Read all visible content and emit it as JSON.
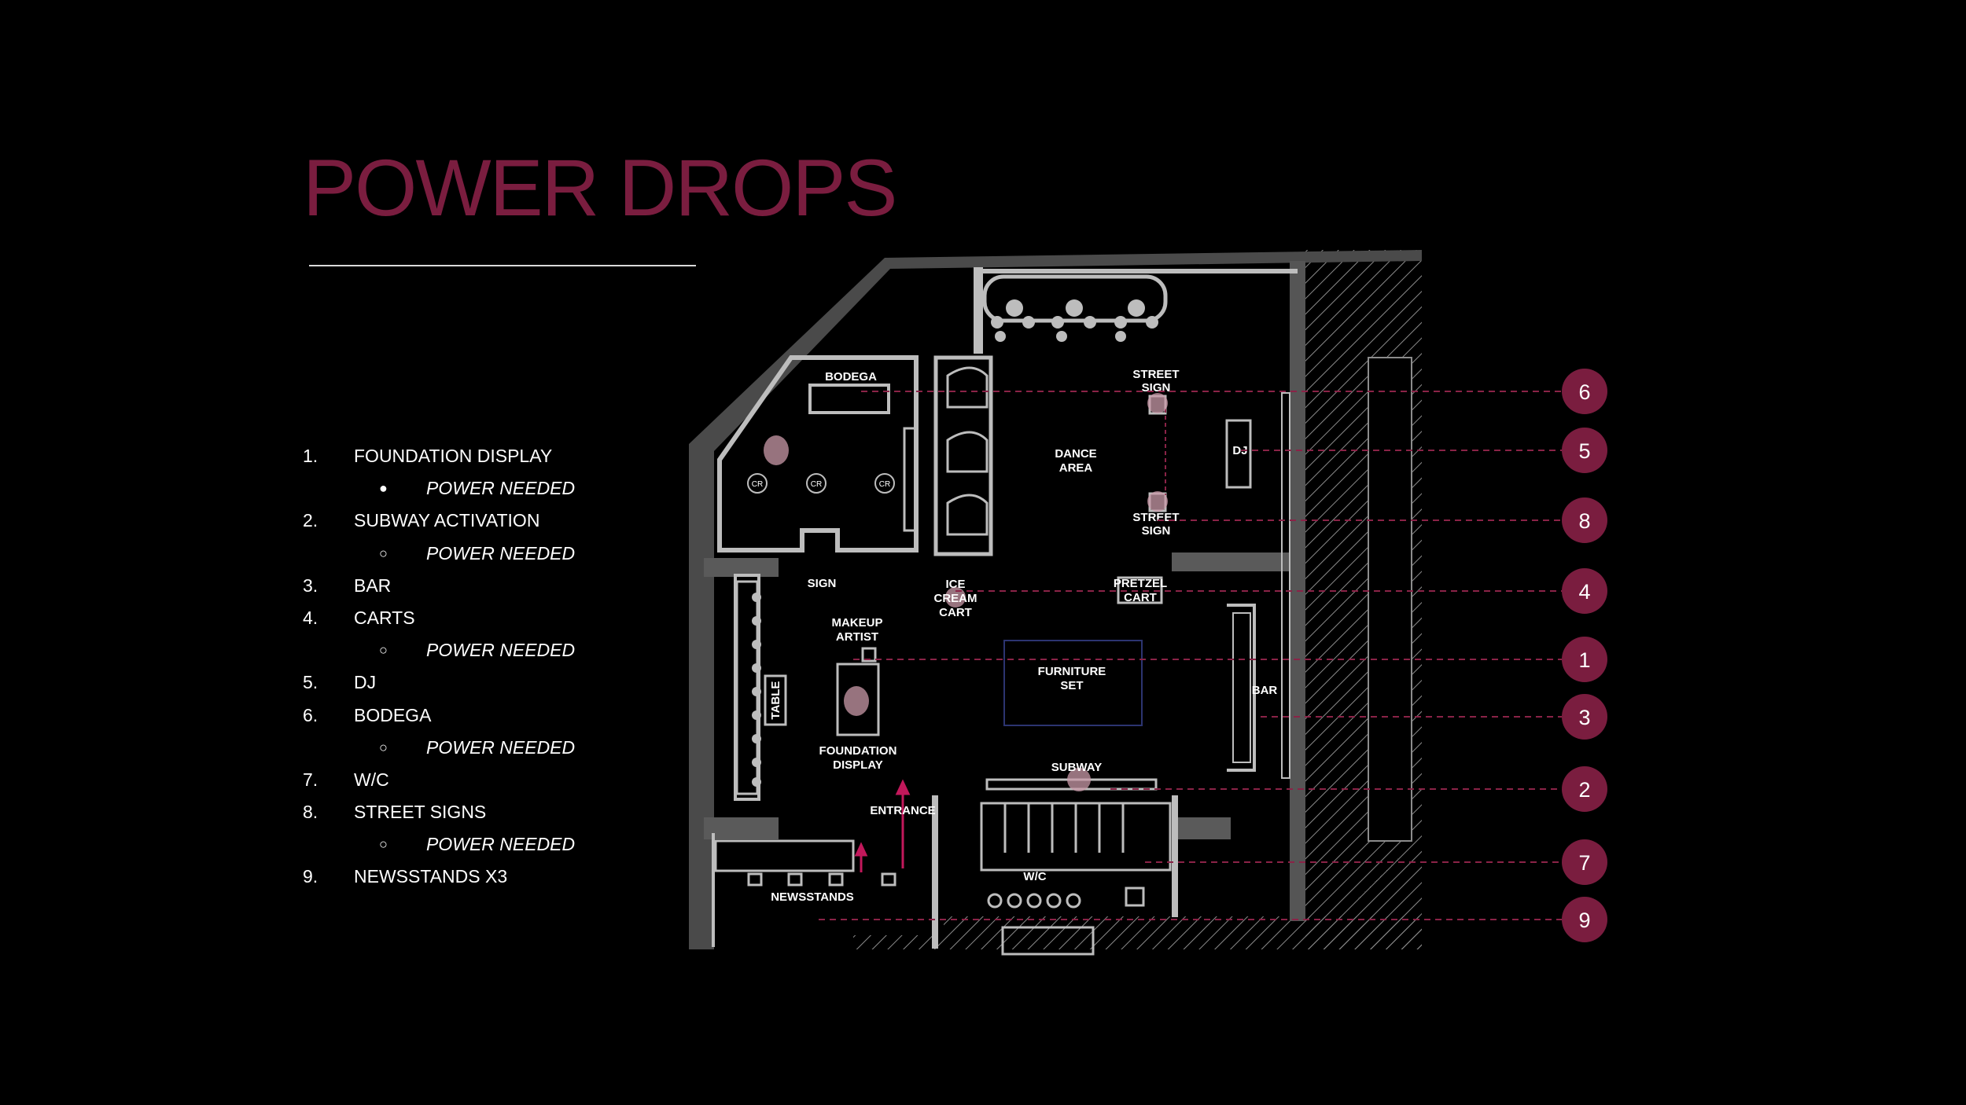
{
  "title": "POWER DROPS",
  "legend": [
    {
      "num": "1.",
      "label": "FOUNDATION DISPLAY",
      "sub": {
        "bullet": "●",
        "text": "POWER NEEDED"
      }
    },
    {
      "num": "2.",
      "label": "SUBWAY ACTIVATION",
      "sub": {
        "bullet": "○",
        "text": "POWER NEEDED"
      }
    },
    {
      "num": "3.",
      "label": "BAR"
    },
    {
      "num": "4.",
      "label": "CARTS",
      "sub": {
        "bullet": "○",
        "text": "POWER NEEDED"
      }
    },
    {
      "num": "5.",
      "label": "DJ"
    },
    {
      "num": "6.",
      "label": "BODEGA",
      "sub": {
        "bullet": "○",
        "text": "POWER NEEDED"
      }
    },
    {
      "num": "7.",
      "label": "W/C"
    },
    {
      "num": "8.",
      "label": "STREET SIGNS",
      "sub": {
        "bullet": "○",
        "text": "POWER NEEDED"
      }
    },
    {
      "num": "9.",
      "label": "NEWSSTANDS X3"
    }
  ],
  "markers": [
    "6",
    "5",
    "8",
    "4",
    "1",
    "3",
    "2",
    "7",
    "9"
  ],
  "plan_labels": {
    "bodega": "BODEGA",
    "street_sign_top_1": "STREET",
    "street_sign_top_2": "SIGN",
    "street_sign_bottom_1": "STREET",
    "street_sign_bottom_2": "SIGN",
    "dance_area_1": "DANCE",
    "dance_area_2": "AREA",
    "dj": "DJ",
    "sign": "SIGN",
    "ice_cream_1": "ICE",
    "ice_cream_2": "CREAM",
    "ice_cream_3": "CART",
    "pretzel_1": "PRETZEL",
    "pretzel_2": "CART",
    "makeup_1": "MAKEUP",
    "makeup_2": "ARTIST",
    "furniture_1": "FURNITURE",
    "furniture_2": "SET",
    "table": "TABLE",
    "foundation_1": "FOUNDATION",
    "foundation_2": "DISPLAY",
    "bar": "BAR",
    "subway": "SUBWAY",
    "entrance": "ENTRANCE",
    "newsstands": "NEWSSTANDS",
    "wc": "W/C",
    "cr": "CR"
  },
  "colors": {
    "title": "#7a1d3f",
    "marker_fill": "#7a1d3f",
    "dash_line": "#8a2347",
    "power_spot": "#c99aa8",
    "wall": "#bdbdbd",
    "hatch": "#8c8c8c"
  }
}
